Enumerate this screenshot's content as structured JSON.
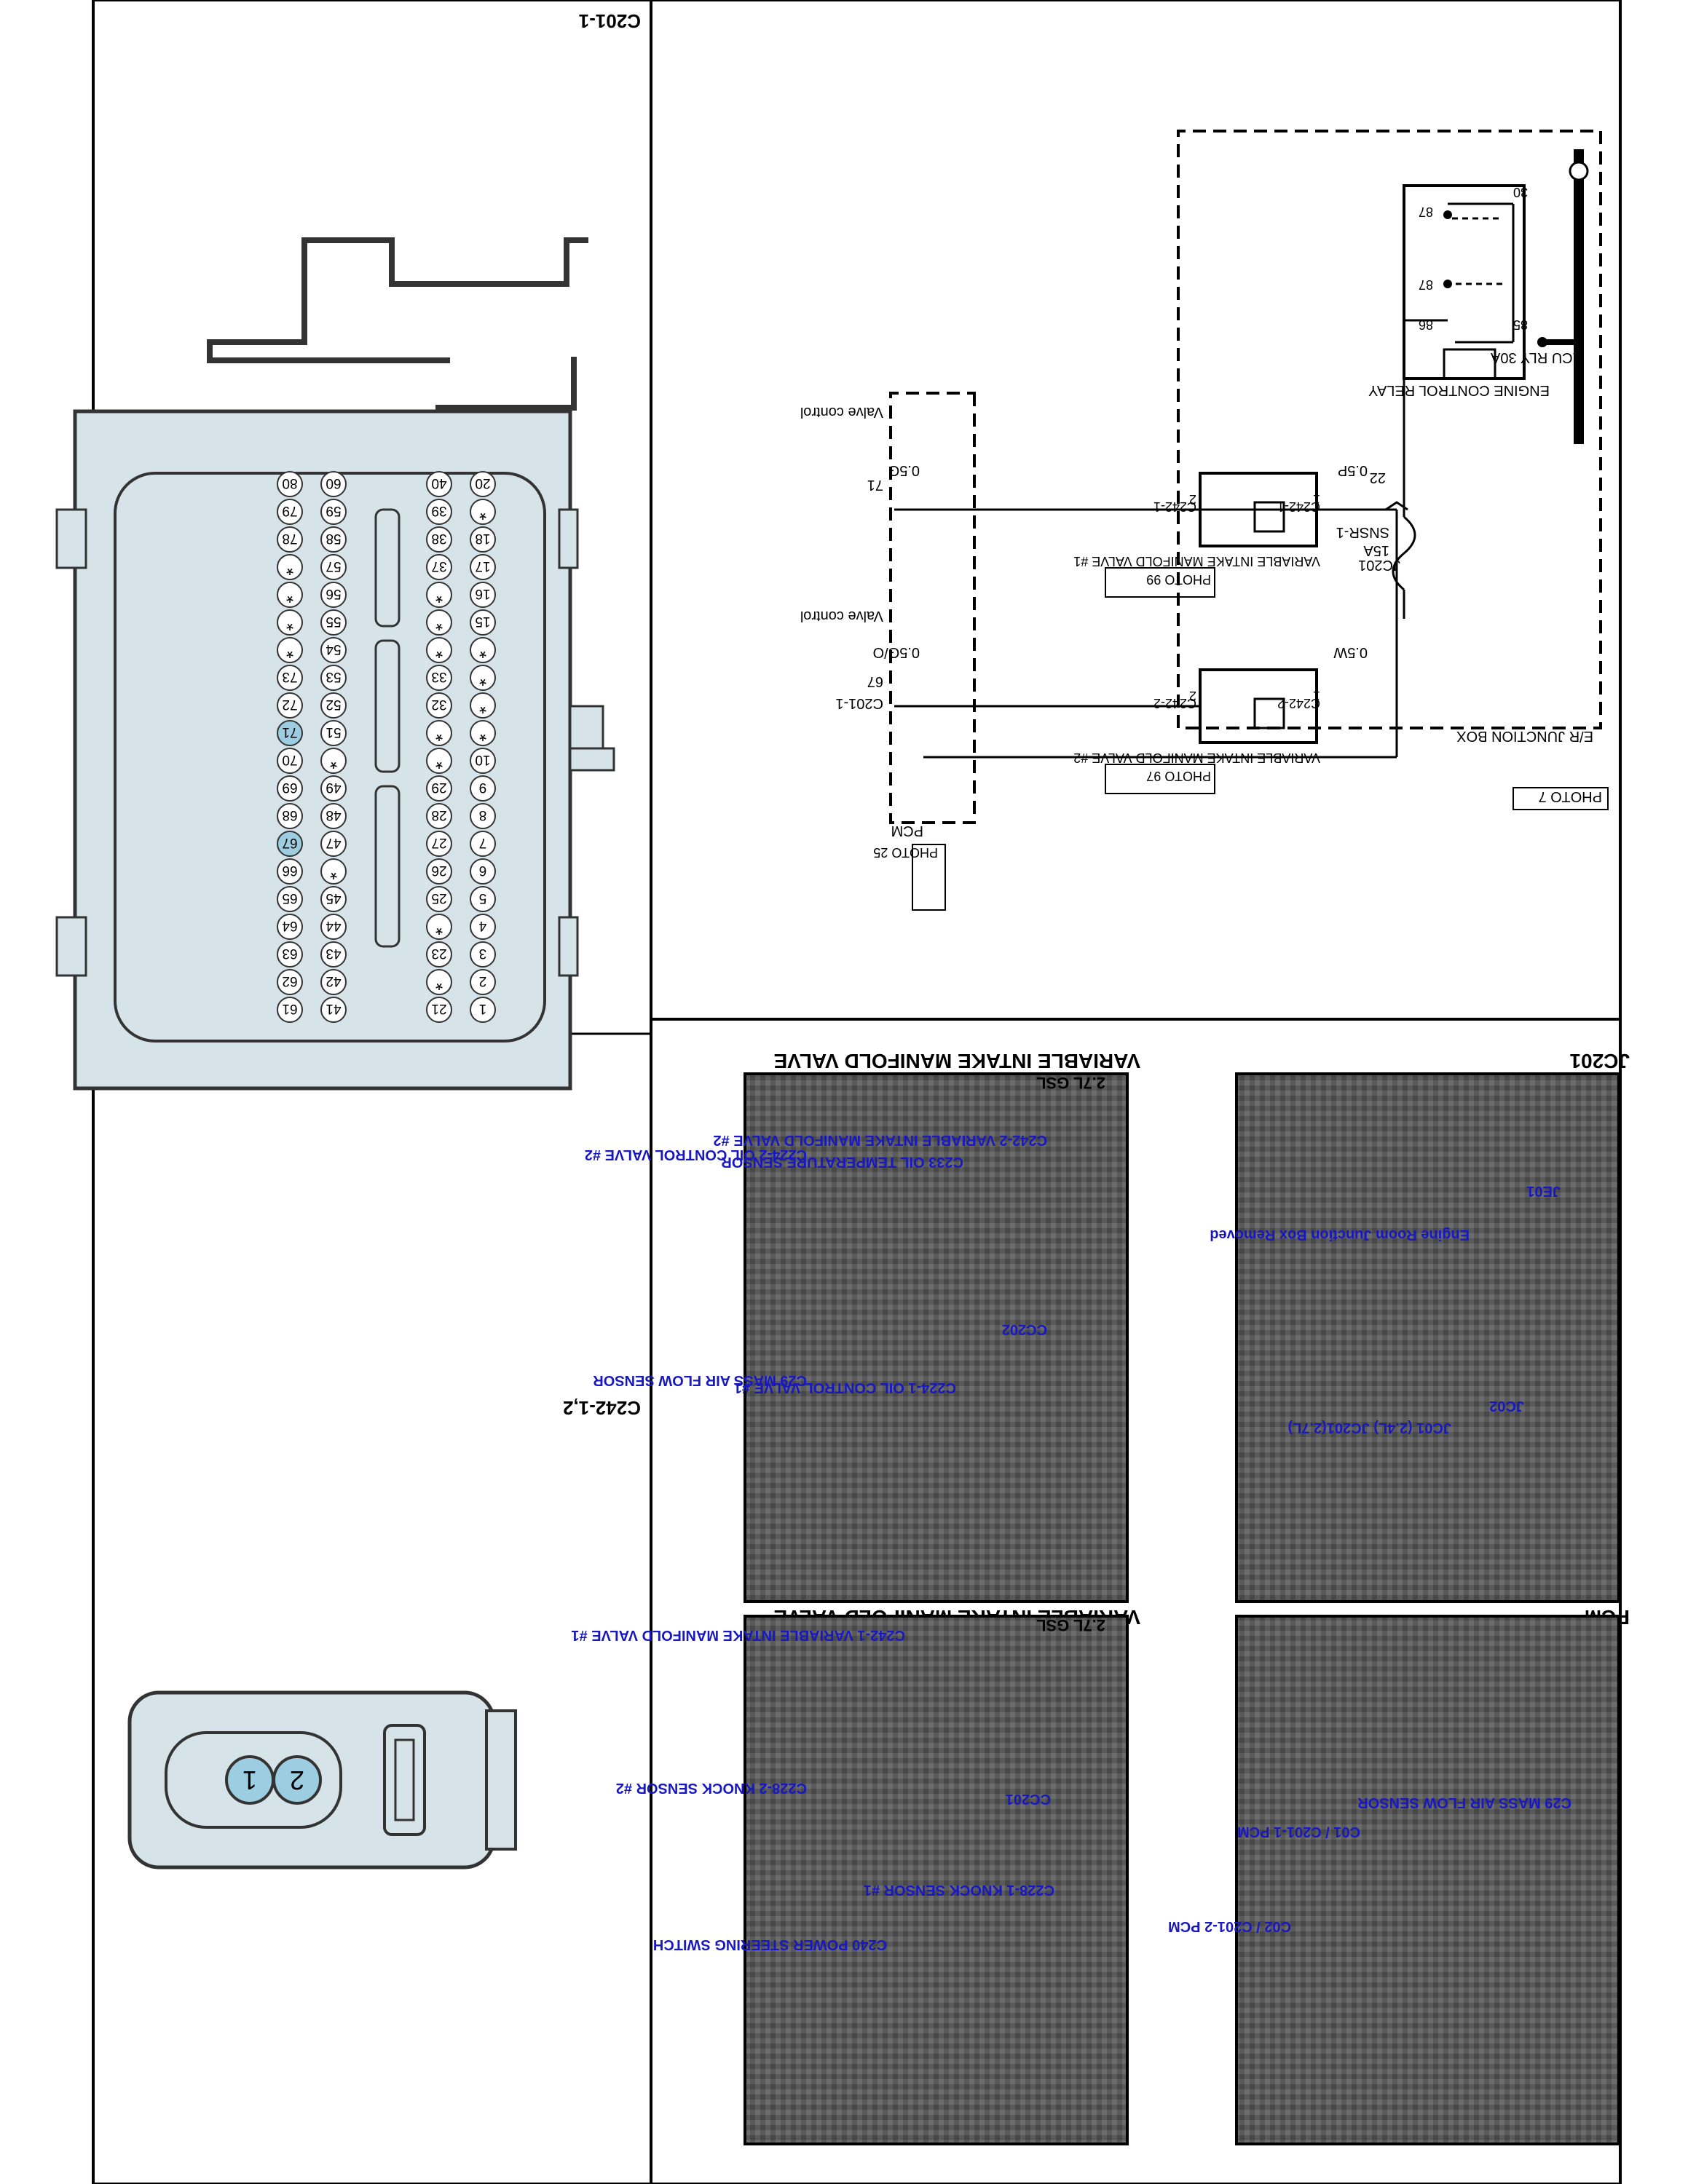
{
  "panel_titles": {
    "c201": "C201-1",
    "c242": "C242-1,2",
    "jc201": "JC201",
    "pcm": "PCM",
    "vimv_1": "VARIABLE INTAKE MANIFOLD VALVE",
    "vimv_2": "VARIABLE INTAKE MANIFOLD VALVE"
  },
  "c201_pins": {
    "row1": [
      "20",
      "*",
      "18",
      "17",
      "16",
      "15",
      "*",
      "*",
      "*",
      "*",
      "10",
      "9",
      "8",
      "7",
      "6",
      "5",
      "4",
      "3",
      "2",
      "1"
    ],
    "row2": [
      "40",
      "39",
      "38",
      "37",
      "*",
      "*",
      "*",
      "33",
      "32",
      "*",
      "*",
      "29",
      "28",
      "27",
      "26",
      "25",
      "*",
      "23",
      "*",
      "21"
    ],
    "row3": [
      "60",
      "59",
      "58",
      "57",
      "56",
      "55",
      "54",
      "53",
      "52",
      "51",
      "*",
      "49",
      "48",
      "47",
      "*",
      "45",
      "44",
      "43",
      "42",
      "41"
    ],
    "row4": [
      "80",
      "79",
      "78",
      "*",
      "*",
      "*",
      "*",
      "73",
      "72",
      "71",
      "70",
      "69",
      "68",
      "67",
      "66",
      "65",
      "64",
      "63",
      "62",
      "61"
    ],
    "highlighted": [
      "71",
      "67"
    ]
  },
  "c242_pins": [
    "2",
    "1"
  ],
  "schematic": {
    "junction_box": "E/R JUNCTION BOX",
    "junction_photo": "PHOTO 7",
    "relay_fuse": "ECU RLY 30A",
    "relay_label": "ENGINE CONTROL RELAY",
    "relay_pins": [
      "30",
      "87",
      "87",
      "86",
      "85"
    ],
    "fuse_name": "SNSR-1",
    "fuse_rating": "15A",
    "junction_conn": "JC201",
    "junction_pin": "22",
    "wire_p": "0.5P",
    "wire_w": "0.5W",
    "wire_g": "0.5G",
    "wire_go": "0.5G/O",
    "valve1_conn_top": "C242-1",
    "valve1_conn_bot": "C242-1",
    "valve1_pin_top": "1",
    "valve1_pin_bot": "2",
    "valve1_name": "VARIABLE INTAKE MANIFOLD VALVE #1",
    "valve1_photo": "PHOTO 99",
    "valve2_conn_top": "C242-2",
    "valve2_conn_bot": "C242-2",
    "valve2_pin_top": "1",
    "valve2_pin_bot": "2",
    "valve2_name": "VARIABLE INTAKE MANIFOLD VALVE #2",
    "valve2_photo": "PHOTO 97",
    "pcm_pin1": "71",
    "pcm_pin2": "67",
    "pcm_func1": "Valve control",
    "pcm_func2": "Valve control",
    "pcm_conn": "C201-1",
    "pcm_label": "PCM",
    "pcm_photo": "PHOTO 25"
  },
  "photos": {
    "jc201": {
      "je01": "JE01",
      "box_removed": "Engine Room Junction Box Removed",
      "jc02": "JC02",
      "jc01": "JC01 (2.4L) JC201(2.7L)"
    },
    "pcm": {
      "c29": "C29 MASS AIR FLOW SENSOR",
      "c01": "C01 / C201-1 PCM",
      "c02": "C02 / C201-2 PCM"
    },
    "vimv1": {
      "badge": "2.7L GSL",
      "c224_2": "C224-2 OIL CONTROL VALVE #2",
      "c233": "C233 OIL TEMPERATURE SENSOR",
      "c242_2": "C242-2 VARIABLE INTAKE MANIFOLD VALVE #2",
      "cc202": "CC202",
      "c224_1": "C224-1 OIL CONTROL VALVE #1",
      "c29": "C29 MASS AIR FLOW SENSOR"
    },
    "vimv2": {
      "badge": "2.7L GSL",
      "c242_1": "C242-1 VARIABLE INTAKE MANIFOLD VALVE #1",
      "cc201": "CC201",
      "c228_1": "C228-1 KNOCK SENSOR #1",
      "c228_2": "C228-2 KNOCK SENSOR #2",
      "c240": "C240 POWER STEERING SWITCH"
    }
  },
  "colors": {
    "connector_fill": "#d6e3e9",
    "pin_highlight": "#9ccde0",
    "callout_text": "#1818c0"
  }
}
